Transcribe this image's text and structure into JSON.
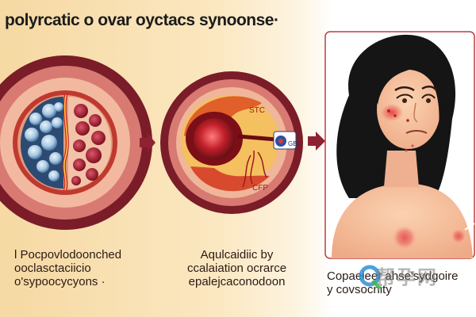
{
  "title": "polyrcatic o ovar oyctacs synoonse·",
  "panels": [
    {
      "caption_lines": [
        "l Pocpovlodoonched",
        "ooclasctaciicio",
        "o'sypoocycyons ·"
      ]
    },
    {
      "labels": {
        "stc": "STC",
        "gbl": "GBL",
        "cfp": "CFP"
      },
      "caption_lines": [
        "Aqulcaidiic by",
        "ccalaiation ocrarce",
        "epalejcaconodoon"
      ]
    },
    {
      "caption_lines": [
        "Copaeleer ahse'sydgoire",
        "y covsocnity"
      ]
    }
  ],
  "watermark_text": "帮孕网",
  "colors": {
    "ring": "#7a1d28",
    "arrow": "#8e2232",
    "accent_red": "#d43b3b",
    "frame": "#c03a3a"
  }
}
